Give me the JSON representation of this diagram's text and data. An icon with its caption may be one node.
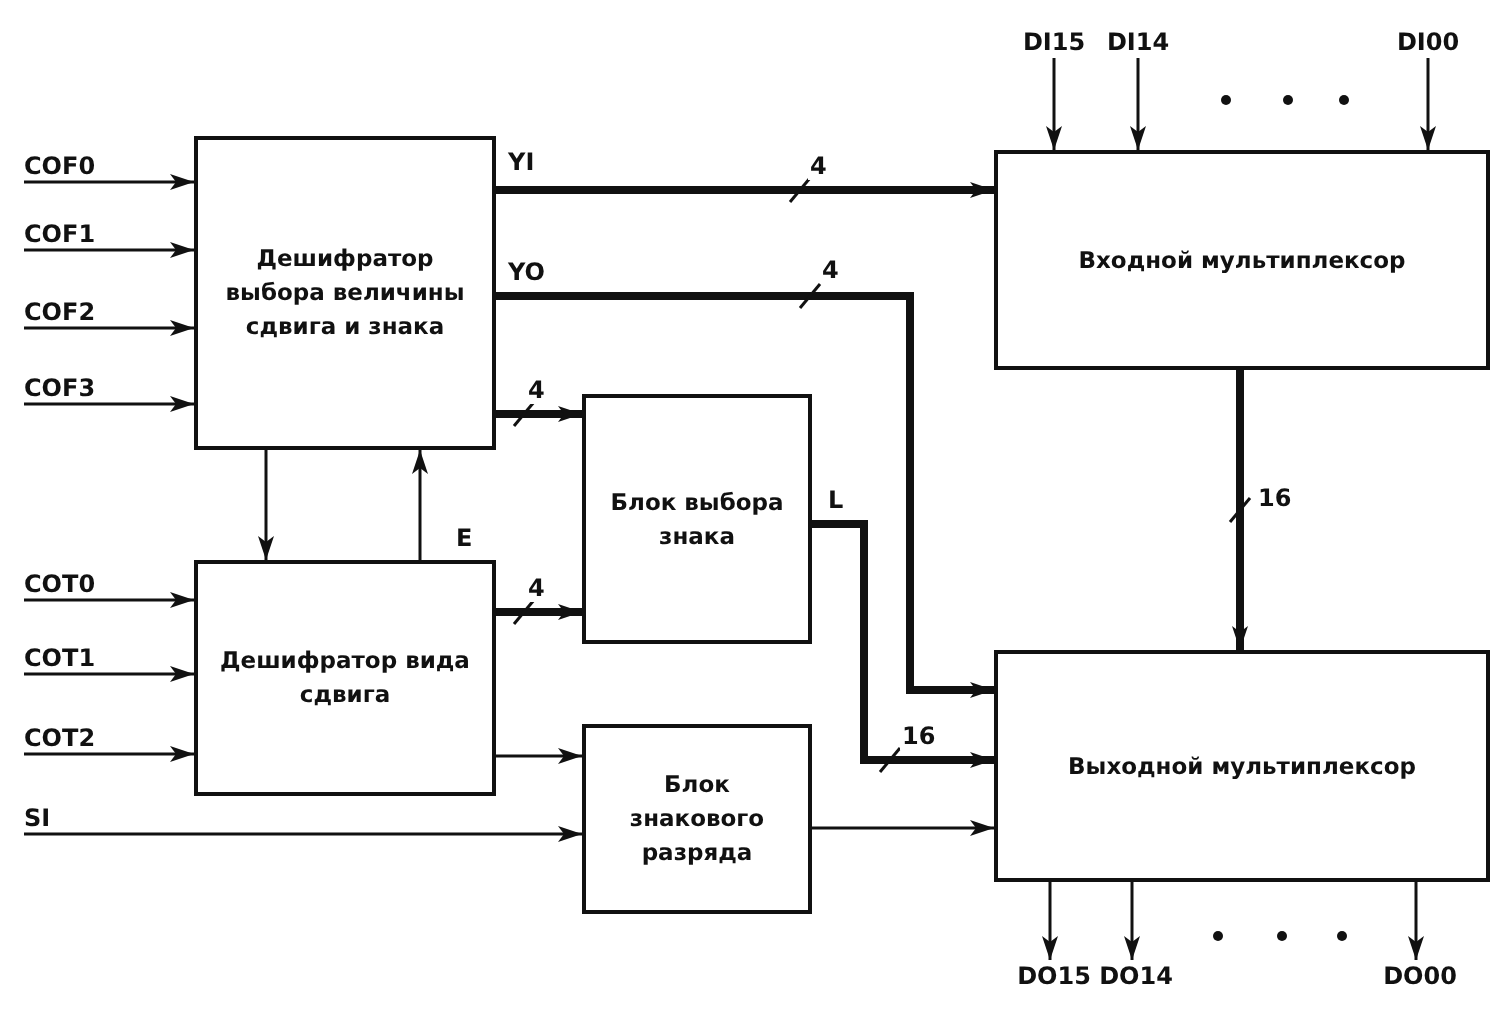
{
  "diagram": {
    "nodes": [
      {
        "text": [
          "Дешифратор выбора величины сдвига и знака"
        ]
      },
      {
        "text": [
          "Дешифратор вида сдвига"
        ]
      },
      {
        "text": [
          "Блок выбора знака"
        ]
      },
      {
        "text": [
          "Блок знакового разряда"
        ]
      },
      {
        "text": [
          "Входной мультиплексор"
        ]
      },
      {
        "text": [
          "Выходной мультиплексор"
        ]
      },
      {
        "text": [
          "COF0"
        ]
      },
      {
        "text": [
          "COF1"
        ]
      },
      {
        "text": [
          "COF2"
        ]
      },
      {
        "text": [
          "COF3"
        ]
      },
      {
        "text": [
          "COT0"
        ]
      },
      {
        "text": [
          "COT1"
        ]
      },
      {
        "text": [
          "COT2"
        ]
      },
      {
        "text": [
          "SI"
        ]
      },
      {
        "text": [
          "DI15"
        ]
      },
      {
        "text": [
          "DI14"
        ]
      },
      {
        "text": [
          "DI00"
        ]
      },
      {
        "text": [
          "DO15"
        ]
      },
      {
        "text": [
          "DO14"
        ]
      },
      {
        "text": [
          "DO00"
        ]
      }
    ],
    "edges": [
      {
        "from": 6,
        "to": 0,
        "arrow": "to"
      },
      {
        "from": 7,
        "to": 0,
        "arrow": "to"
      },
      {
        "from": 8,
        "to": 0,
        "arrow": "to"
      },
      {
        "from": 9,
        "to": 0,
        "arrow": "to"
      },
      {
        "from": 10,
        "to": 1,
        "arrow": "to"
      },
      {
        "from": 11,
        "to": 1,
        "arrow": "to"
      },
      {
        "from": 12,
        "to": 1,
        "arrow": "to"
      },
      {
        "from": 13,
        "to": 3,
        "arrow": "to"
      },
      {
        "from": 14,
        "to": 4,
        "arrow": "to"
      },
      {
        "from": 15,
        "to": 4,
        "arrow": "to"
      },
      {
        "from": 16,
        "to": 4,
        "arrow": "to"
      },
      {
        "from": 0,
        "to": 4,
        "arrow": "to",
        "label": "4",
        "style": "thick"
      },
      {
        "from": 0,
        "to": 5,
        "arrow": "to",
        "label": "4",
        "style": "thick"
      },
      {
        "from": 0,
        "to": 2,
        "arrow": "to",
        "label": "4",
        "style": "thick"
      },
      {
        "from": 0,
        "to": 1,
        "arrow": "to"
      },
      {
        "from": 1,
        "to": 0,
        "arrow": "to"
      },
      {
        "from": 1,
        "to": 2,
        "arrow": "to",
        "label": "4",
        "style": "thick"
      },
      {
        "from": 1,
        "to": 3,
        "arrow": "to"
      },
      {
        "from": 2,
        "to": 5,
        "arrow": "to",
        "label": "16",
        "style": "thick"
      },
      {
        "from": 3,
        "to": 5,
        "arrow": "to"
      },
      {
        "from": 4,
        "to": 5,
        "arrow": "to",
        "label": "16",
        "style": "thick"
      },
      {
        "from": 5,
        "to": 17,
        "arrow": "to"
      },
      {
        "from": 5,
        "to": 18,
        "arrow": "to"
      },
      {
        "from": 5,
        "to": 19,
        "arrow": "to"
      }
    ],
    "labels": [
      "YI",
      "YO",
      "E",
      "L"
    ]
  }
}
